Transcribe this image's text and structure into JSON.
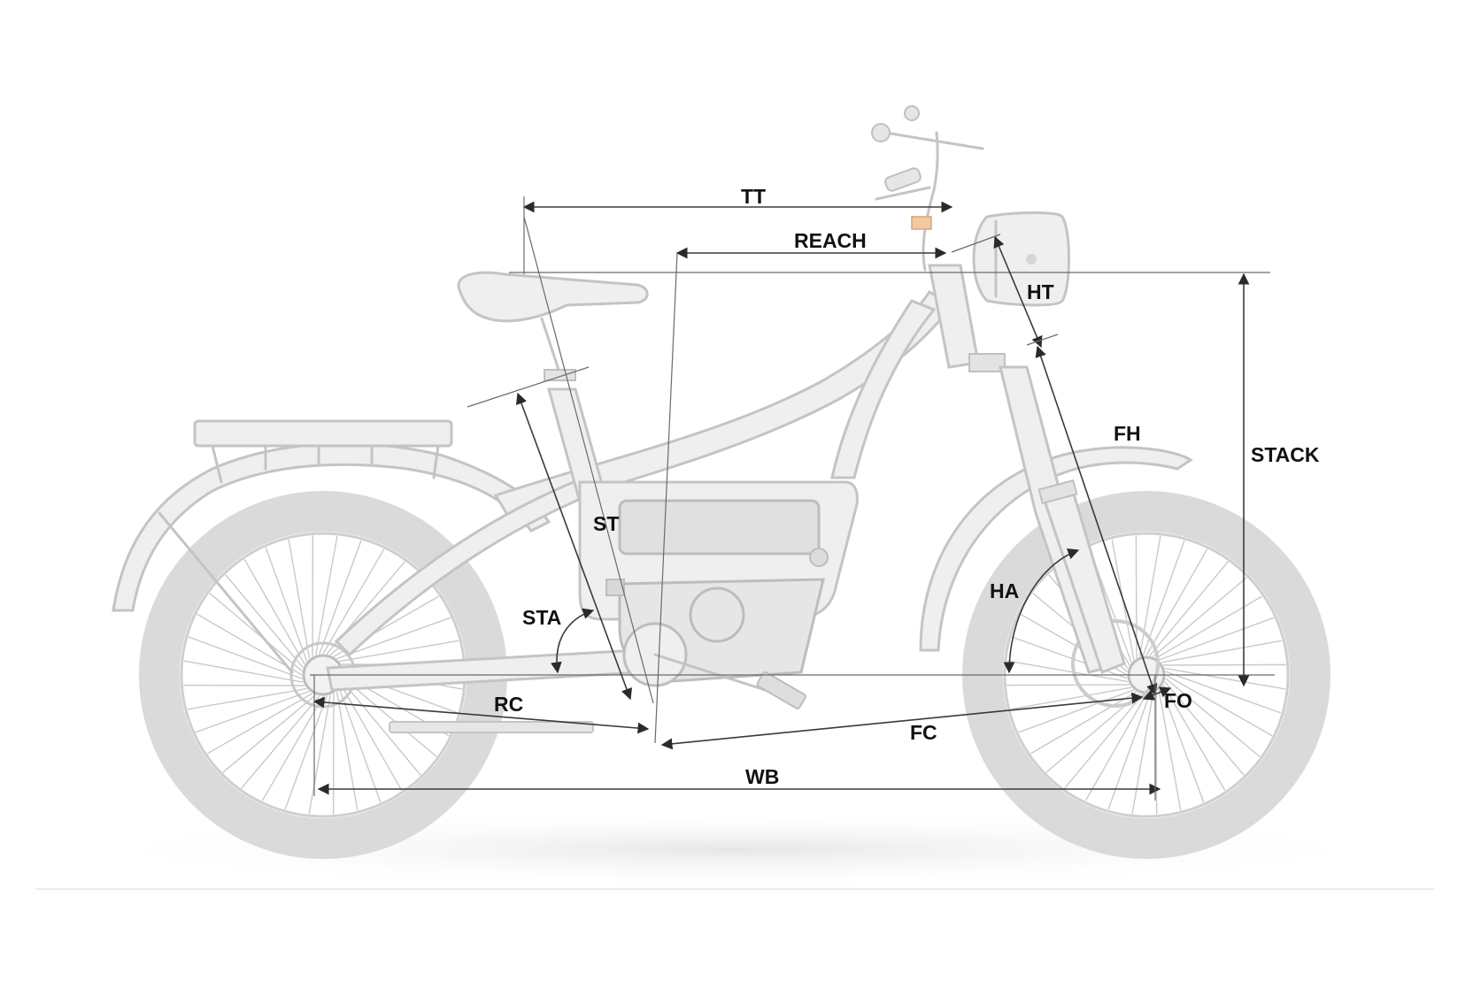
{
  "dimension_labels": {
    "tt": "TT",
    "reach": "REACH",
    "ht": "HT",
    "fh": "FH",
    "stack": "STACK",
    "st": "ST",
    "ha": "HA",
    "sta": "STA",
    "rc": "RC",
    "fo": "FO",
    "fc": "FC",
    "wb": "WB"
  },
  "colors": {
    "background": "#ffffff",
    "bike_line": "#c4c4c4",
    "bike_fill": "#efefef",
    "tire": "#dadada",
    "dimension": "#3a3a3a",
    "label": "#111111"
  }
}
